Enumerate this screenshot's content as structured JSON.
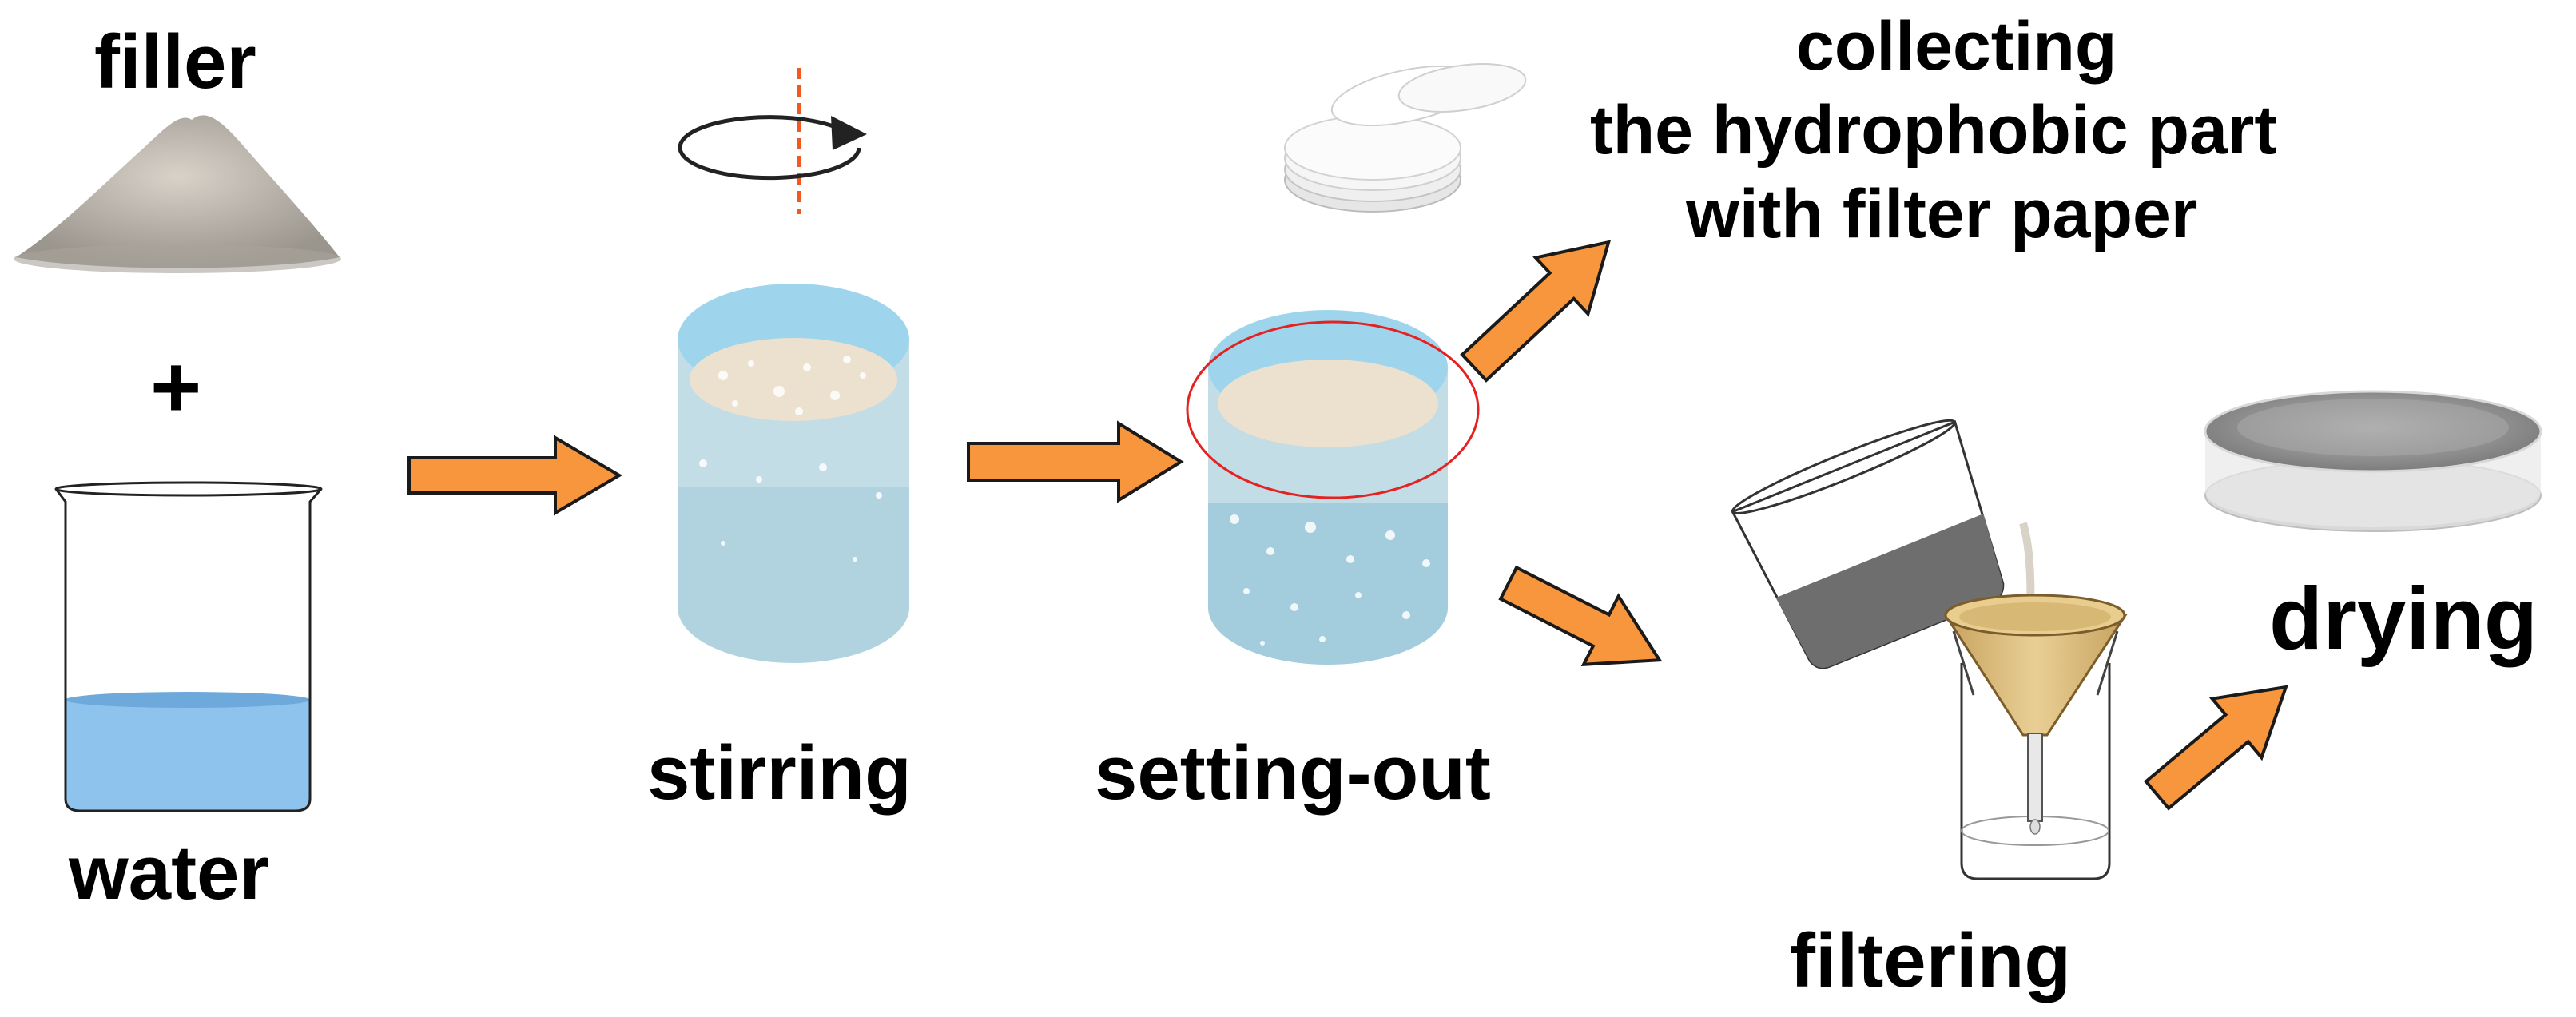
{
  "labels": {
    "filler": "filler",
    "plus": "+",
    "water": "water",
    "stirring": "stirring",
    "setting_out": "setting-out",
    "collecting_line1": "collecting",
    "collecting_line2": "the hydrophobic part",
    "collecting_line3": "with filter paper",
    "filtering": "filtering",
    "drying": "drying"
  },
  "colors": {
    "arrow_fill": "#f7963c",
    "arrow_stroke": "#1a1a1a",
    "water_blue": "#8ec3ee",
    "liquid_light": "#c9e3ea",
    "highlight_circle": "#e52222",
    "stir_axis": "#f05a22"
  }
}
